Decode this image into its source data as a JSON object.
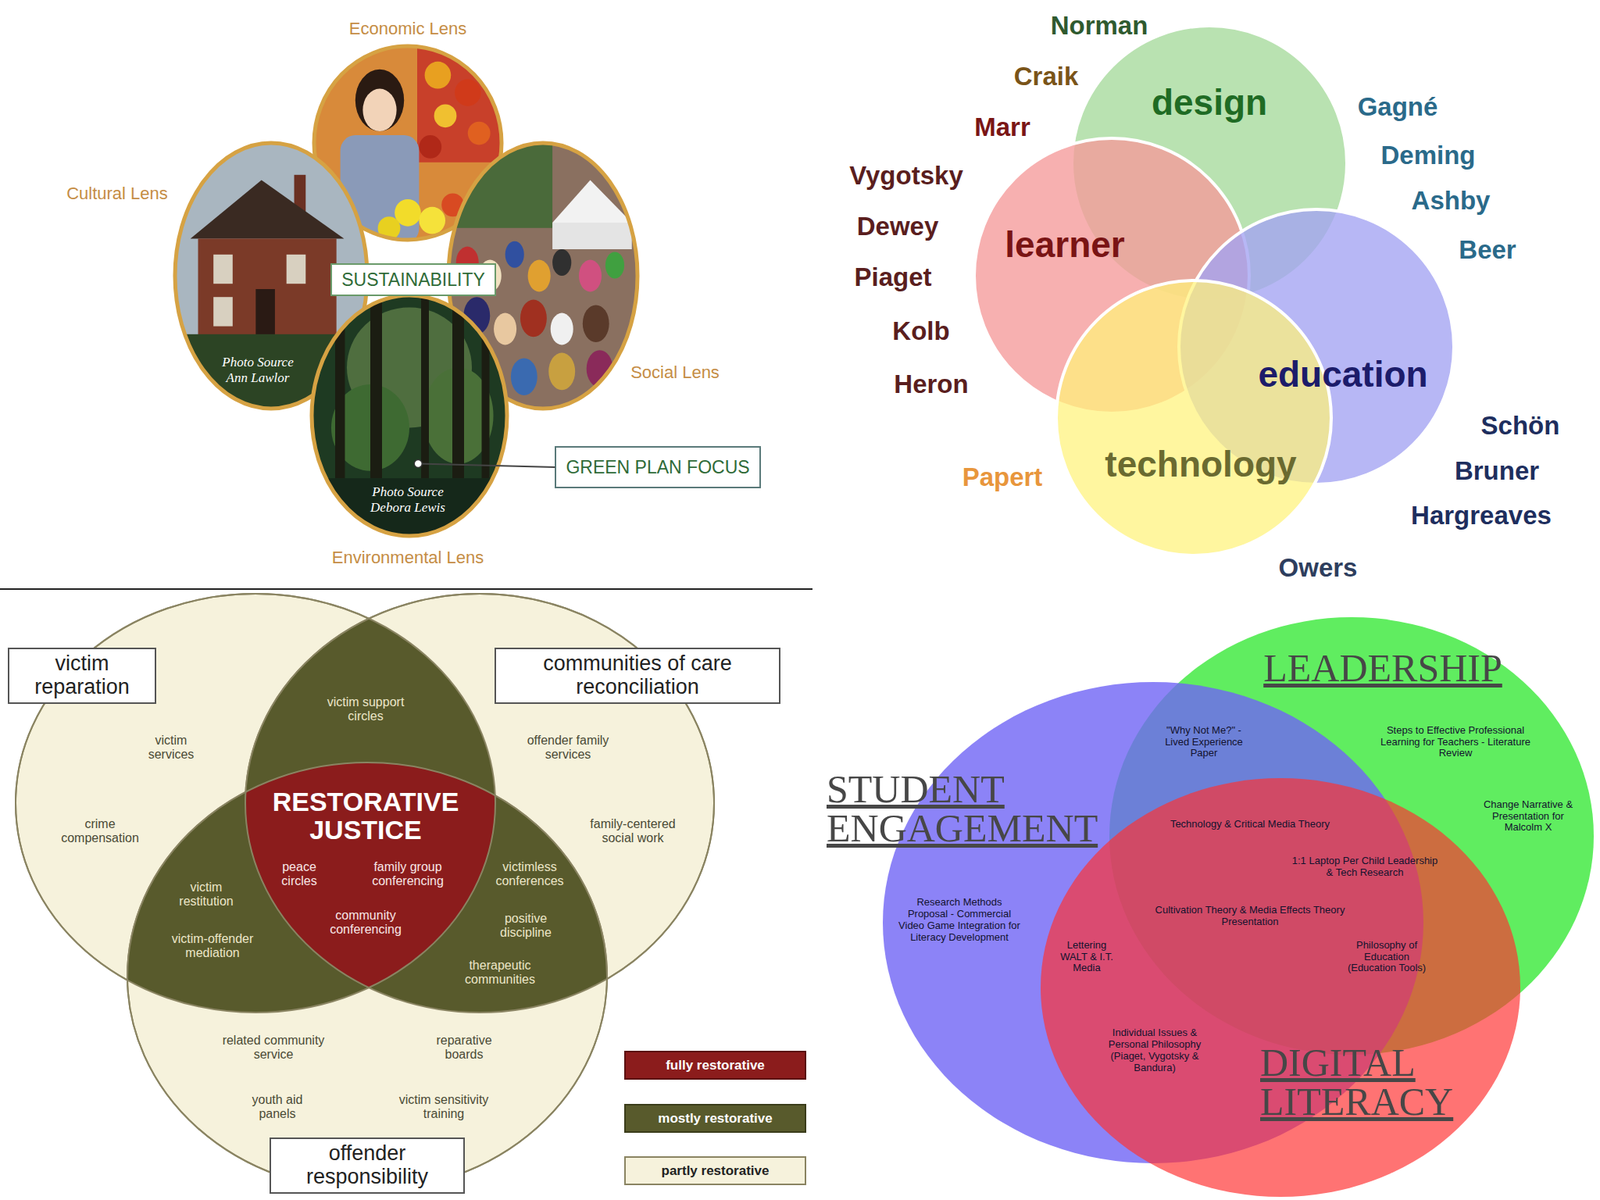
{
  "diagram": {
    "nodes": [
      {
        "text": [
          "Economic Lens"
        ]
      },
      {
        "text": [
          "Cultural Lens",
          "Photo Source Ann Lawlor"
        ]
      },
      {
        "text": [
          "Social Lens"
        ]
      },
      {
        "text": [
          "Environmental Lens",
          "Photo Source Debora Lewis"
        ]
      },
      {
        "text": [
          "SUSTAINABILITY"
        ]
      },
      {
        "text": [
          "GREEN PLAN FOCUS"
        ]
      },
      {
        "text": [
          "design"
        ]
      },
      {
        "text": [
          "learner"
        ]
      },
      {
        "text": [
          "education"
        ]
      },
      {
        "text": [
          "technology"
        ]
      },
      {
        "text": [
          "victim reparation"
        ]
      },
      {
        "text": [
          "communities of care reconciliation"
        ]
      },
      {
        "text": [
          "offender responsibility"
        ]
      },
      {
        "text": [
          "LEADERSHIP"
        ]
      },
      {
        "text": [
          "STUDENT ENGAGEMENT"
        ]
      },
      {
        "text": [
          "DIGITAL LITERACY"
        ]
      }
    ],
    "edges": [
      {
        "from": 3,
        "to": 5,
        "arrow": "none"
      }
    ],
    "labels": [
      "Norman",
      "Craik",
      "Marr",
      "Vygotsky",
      "Dewey",
      "Piaget",
      "Kolb",
      "Heron",
      "Gagné",
      "Deming",
      "Ashby",
      "Beer",
      "Schön",
      "Bruner",
      "Hargreaves",
      "Papert",
      "Owers",
      "victim services",
      "crime compensation",
      "victim support circles",
      "offender family services",
      "family-centered social work",
      "victim restitution",
      "victim-offender mediation",
      "RESTORATIVE JUSTICE",
      "peace circles",
      "family group conferencing",
      "community conferencing",
      "victimless conferences",
      "positive discipline",
      "therapeutic communities",
      "related community service",
      "reparative boards",
      "youth aid panels",
      "victim sensitivity training",
      "\"Why Not Me?\" - Lived Experience Paper",
      "Steps to Effective Professional Learning for Teachers - Literature Review",
      "Change Narrative & Presentation for Malcolm X",
      "Technology & Critical Media Theory",
      "1:1 Laptop Per Child Leadership & Tech Research",
      "Research Methods Proposal - Commercial Video Game Integration for Literacy Development",
      "Cultivation Theory & Media Effects Theory Presentation",
      "Lettering WALT & I.T. Media",
      "Philosophy of Education (Education Tools)",
      "Individual Issues & Personal Philosophy (Piaget, Vygotsky & Bandura)"
    ],
    "legend": [
      {
        "text": "fully restorative",
        "color": "#8b1c1c"
      },
      {
        "text": "mostly restorative",
        "color": "#585a2c"
      },
      {
        "text": "partly restorative",
        "color": "#f6f2dc"
      }
    ]
  }
}
